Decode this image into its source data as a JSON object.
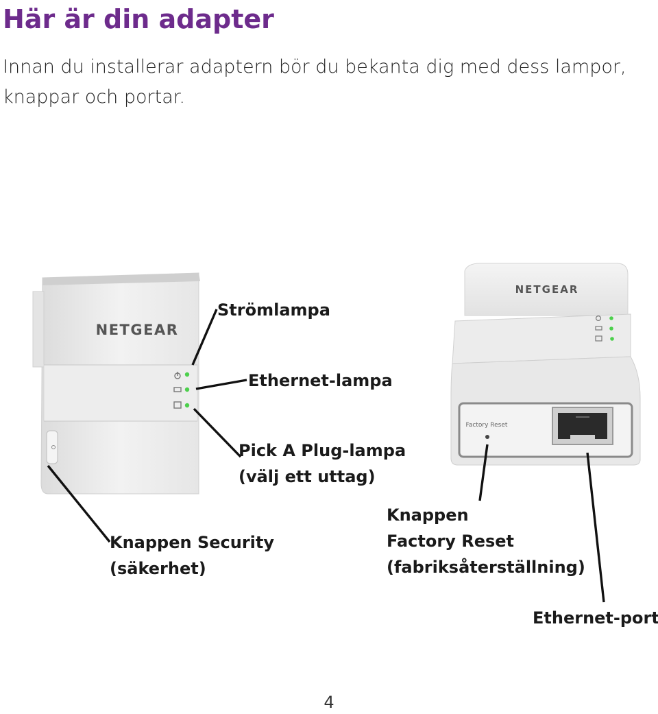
{
  "page": {
    "title": "Här är din adapter",
    "intro": "Innan du installerar adaptern bör du bekanta dig med dess lampor, knappar och portar.",
    "page_number": "4"
  },
  "figure": {
    "brand": "NETGEAR",
    "factory_reset_text": "Factory Reset",
    "led_color": "#4cd04c",
    "labels": {
      "power_led": "Strömlampa",
      "ethernet_led": "Ethernet-lampa",
      "pick_a_plug_led": [
        "Pick A Plug-lampa",
        "(välj ett uttag)"
      ],
      "security_button": [
        "Knappen Security",
        "(säkerhet)"
      ],
      "factory_reset_button": [
        "Knappen",
        "Factory Reset",
        "(fabriksåterställning)"
      ],
      "ethernet_port": "Ethernet-port"
    }
  },
  "colors": {
    "title": "#6d2b8c"
  }
}
